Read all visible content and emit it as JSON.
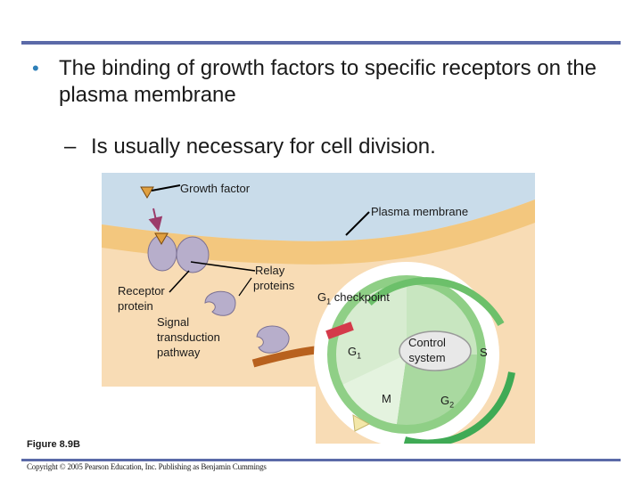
{
  "slide": {
    "bullet": "The binding of growth factors to specific receptors on the plasma membrane",
    "sub_bullet": "Is usually necessary for cell division."
  },
  "figure": {
    "labels": {
      "growth_factor": "Growth factor",
      "plasma_membrane": "Plasma membrane",
      "relay_line1": "Relay",
      "relay_line2": "proteins",
      "receptor_line1": "Receptor",
      "receptor_line2": "protein",
      "signal_line1": "Signal",
      "signal_line2": "transduction",
      "signal_line3": "pathway",
      "checkpoint": "G",
      "checkpoint_sub": "1",
      "checkpoint_rest": " checkpoint",
      "g1": "G",
      "g1_sub": "1",
      "control_line1": "Control",
      "control_line2": "system",
      "s_phase": "S",
      "m_phase": "M",
      "g2": "G",
      "g2_sub": "2"
    },
    "caption": "Figure 8.9B"
  },
  "footer": {
    "copyright": "Copyright © 2005 Pearson Education, Inc. Publishing as Benjamin Cummings"
  },
  "colors": {
    "rule": "#5b6aa8",
    "extracellular": "#c9dcea",
    "membrane": "#f3c77e",
    "cytoplasm": "#f8dcb5",
    "protein": "#b7aecb",
    "arrow": "#b8611e",
    "cycle_green": "#8fcf86",
    "cycle_light": "#d7ecd0"
  }
}
